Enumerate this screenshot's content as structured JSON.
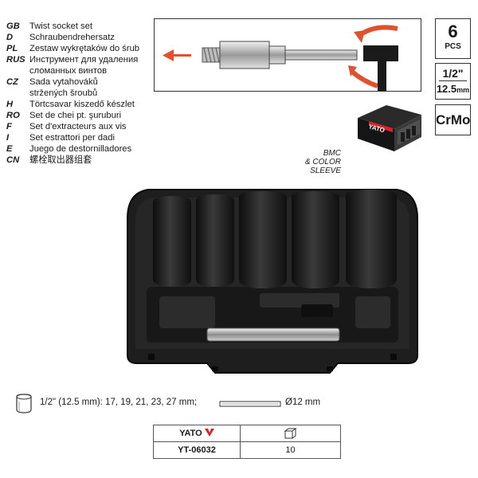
{
  "languages": [
    {
      "code": "GB",
      "text": "Twist socket set"
    },
    {
      "code": "D",
      "text": "Schraubendrehersatz"
    },
    {
      "code": "PL",
      "text": "Zestaw wykrętaków do śrub"
    },
    {
      "code": "RUS",
      "text": "Инструмент для удаления"
    },
    {
      "code": "",
      "text": "сломанных винтов"
    },
    {
      "code": "CZ",
      "text": "Sada vytahováků"
    },
    {
      "code": "",
      "text": "stržených šroubů"
    },
    {
      "code": "H",
      "text": "Törtcsavar kiszedő készlet"
    },
    {
      "code": "RO",
      "text": "Set de chei pt. şuruburi"
    },
    {
      "code": "F",
      "text": "Set d'extracteurs aux vis"
    },
    {
      "code": "I",
      "text": "Set estrattori per dadi"
    },
    {
      "code": "E",
      "text": "Juego de destornilladores"
    },
    {
      "code": "CN",
      "text": "螺栓取出器组套"
    }
  ],
  "specs": {
    "pieces_count": "6",
    "pieces_unit": "PCS",
    "drive_size": "1/2\"",
    "drive_mm_value": "12.5",
    "drive_mm_unit": "mm",
    "material": "CrMo"
  },
  "package": {
    "brand": "YATO",
    "label_line1": "BMC",
    "label_line2": "& COLOR",
    "label_line3": "SLEEVE"
  },
  "sizes": {
    "text": "1/2\" (12.5 mm): 17, 19, 21, 23, 27 mm;",
    "bar_text": "Ø12 mm"
  },
  "product_table": {
    "brand": "YATO",
    "code": "YT-06032",
    "quantity": "10"
  },
  "colors": {
    "brand_red": "#d8232a",
    "case_black": "#1e1e1e",
    "arrow_red": "#e0522e"
  }
}
